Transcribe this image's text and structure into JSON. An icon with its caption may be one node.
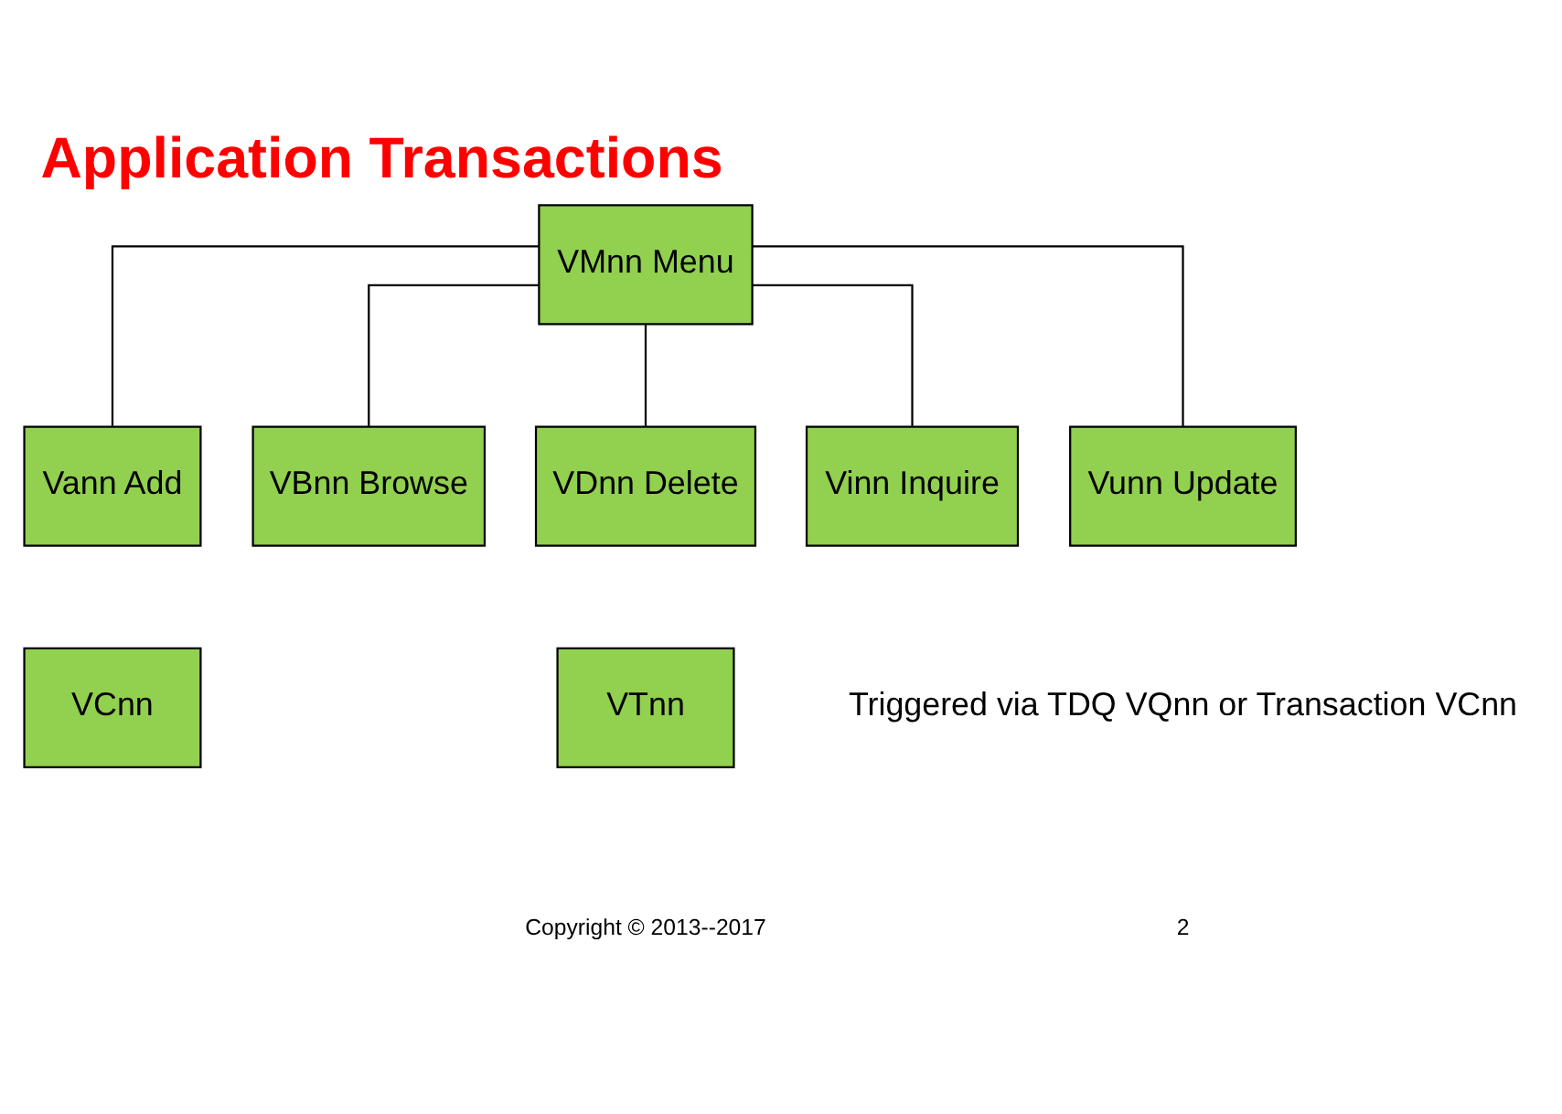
{
  "diagram": {
    "title": "Application Transactions",
    "nodes": [
      {
        "text": [
          "VMnn Menu"
        ]
      },
      {
        "text": [
          "Vann Add"
        ]
      },
      {
        "text": [
          "VBnn Browse"
        ]
      },
      {
        "text": [
          "VDnn Delete"
        ]
      },
      {
        "text": [
          "Vinn Inquire"
        ]
      },
      {
        "text": [
          "Vunn Update"
        ]
      },
      {
        "text": [
          "VCnn"
        ]
      },
      {
        "text": [
          "VTnn"
        ]
      }
    ],
    "edges": [
      {
        "from": 0,
        "to": 1,
        "arrow": "none"
      },
      {
        "from": 0,
        "to": 2,
        "arrow": "none"
      },
      {
        "from": 0,
        "to": 3,
        "arrow": "none"
      },
      {
        "from": 0,
        "to": 4,
        "arrow": "none"
      },
      {
        "from": 0,
        "to": 5,
        "arrow": "none"
      }
    ],
    "labels": [
      "Triggered via TDQ VQnn or Transaction VCnn",
      "Copyright © 2013--2017",
      "2"
    ]
  }
}
